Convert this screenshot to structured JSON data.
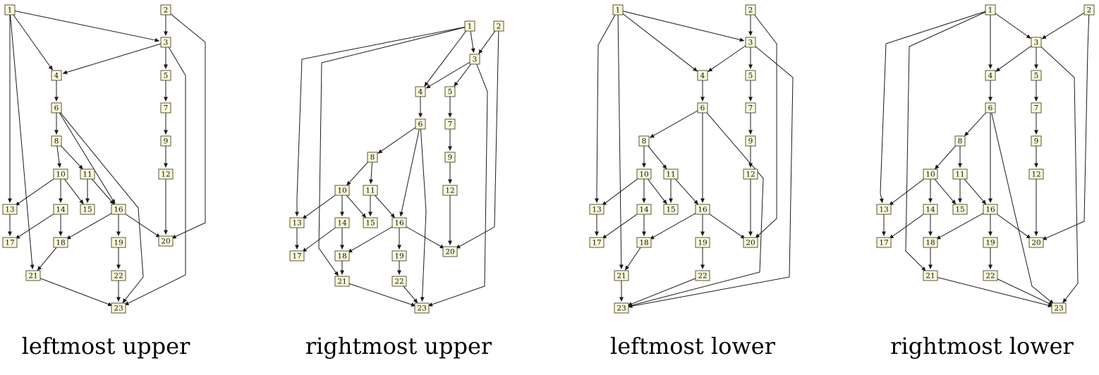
{
  "graph": {
    "nodes": [
      "1",
      "2",
      "3",
      "4",
      "5",
      "6",
      "7",
      "8",
      "9",
      "10",
      "11",
      "12",
      "13",
      "14",
      "15",
      "16",
      "17",
      "18",
      "19",
      "20",
      "21",
      "22",
      "23"
    ],
    "edges": [
      [
        "1",
        "3"
      ],
      [
        "1",
        "4"
      ],
      [
        "1",
        "13"
      ],
      [
        "1",
        "21"
      ],
      [
        "2",
        "3"
      ],
      [
        "2",
        "20"
      ],
      [
        "3",
        "4"
      ],
      [
        "3",
        "5"
      ],
      [
        "3",
        "23"
      ],
      [
        "4",
        "6"
      ],
      [
        "5",
        "7"
      ],
      [
        "6",
        "8"
      ],
      [
        "6",
        "16"
      ],
      [
        "6",
        "23"
      ],
      [
        "7",
        "9"
      ],
      [
        "8",
        "10"
      ],
      [
        "8",
        "11"
      ],
      [
        "9",
        "12"
      ],
      [
        "10",
        "13"
      ],
      [
        "10",
        "14"
      ],
      [
        "10",
        "15"
      ],
      [
        "11",
        "15"
      ],
      [
        "11",
        "16"
      ],
      [
        "12",
        "20"
      ],
      [
        "13",
        "17"
      ],
      [
        "14",
        "17"
      ],
      [
        "14",
        "18"
      ],
      [
        "16",
        "18"
      ],
      [
        "16",
        "19"
      ],
      [
        "16",
        "20"
      ],
      [
        "18",
        "21"
      ],
      [
        "19",
        "22"
      ],
      [
        "21",
        "23"
      ],
      [
        "22",
        "23"
      ]
    ],
    "style": {
      "node_fill": "#fcfada",
      "node_stroke": "#44442e",
      "edge_color": "#1b1b1b",
      "label_color": "#111111"
    }
  },
  "panels": [
    {
      "caption": "leftmost upper",
      "positions": {
        "1": [
          14,
          14
        ],
        "2": [
          235,
          14
        ],
        "3": [
          235,
          60
        ],
        "4": [
          80,
          107
        ],
        "5": [
          235,
          107
        ],
        "6": [
          80,
          153
        ],
        "7": [
          235,
          153
        ],
        "8": [
          80,
          200
        ],
        "9": [
          235,
          200
        ],
        "10": [
          86,
          247
        ],
        "11": [
          124,
          247
        ],
        "12": [
          235,
          247
        ],
        "13": [
          14,
          297
        ],
        "14": [
          86,
          297
        ],
        "15": [
          124,
          297
        ],
        "16": [
          168,
          297
        ],
        "17": [
          14,
          344
        ],
        "18": [
          86,
          344
        ],
        "19": [
          168,
          344
        ],
        "20": [
          235,
          342
        ],
        "21": [
          47,
          391
        ],
        "22": [
          168,
          391
        ],
        "23": [
          168,
          437
        ]
      },
      "routes": {
        "2-20": [
          [
            291,
            60
          ],
          [
            291,
            316
          ]
        ],
        "3-23": [
          [
            263,
            107
          ],
          [
            263,
            390
          ]
        ],
        "6-23": [
          [
            196,
            295
          ],
          [
            203,
            393
          ]
        ]
      }
    },
    {
      "caption": "rightmost upper",
      "positions": {
        "1": [
          666,
          37
        ],
        "2": [
          707,
          37
        ],
        "3": [
          673,
          84
        ],
        "4": [
          596,
          130
        ],
        "5": [
          638,
          130
        ],
        "6": [
          596,
          176
        ],
        "7": [
          638,
          176
        ],
        "8": [
          528,
          223
        ],
        "9": [
          638,
          223
        ],
        "10": [
          485,
          270
        ],
        "11": [
          525,
          270
        ],
        "12": [
          638,
          270
        ],
        "13": [
          421,
          316
        ],
        "14": [
          485,
          316
        ],
        "15": [
          525,
          316
        ],
        "16": [
          566,
          316
        ],
        "17": [
          421,
          363
        ],
        "18": [
          485,
          363
        ],
        "19": [
          566,
          363
        ],
        "20": [
          638,
          357
        ],
        "21": [
          485,
          399
        ],
        "22": [
          566,
          399
        ],
        "23": [
          598,
          437
        ]
      },
      "routes": {
        "1-13": [
          [
            428,
            84
          ],
          [
            421,
            282
          ]
        ],
        "1-21": [
          [
            456,
            89
          ],
          [
            452,
            352
          ]
        ],
        "2-20": [
          [
            706,
            84
          ],
          [
            701,
            322
          ]
        ],
        "3-23": [
          [
            691,
            130
          ],
          [
            687,
            406
          ]
        ],
        "6-23": [
          [
            604,
            300
          ]
        ]
      }
    },
    {
      "caption": "leftmost lower",
      "positions": {
        "1": [
          876,
          14
        ],
        "2": [
          1064,
          14
        ],
        "3": [
          1064,
          60
        ],
        "4": [
          996,
          107
        ],
        "5": [
          1064,
          107
        ],
        "6": [
          996,
          153
        ],
        "7": [
          1064,
          153
        ],
        "8": [
          913,
          200
        ],
        "9": [
          1064,
          200
        ],
        "10": [
          913,
          247
        ],
        "11": [
          951,
          247
        ],
        "12": [
          1064,
          247
        ],
        "13": [
          846,
          297
        ],
        "14": [
          913,
          297
        ],
        "15": [
          951,
          297
        ],
        "16": [
          996,
          297
        ],
        "17": [
          846,
          344
        ],
        "18": [
          913,
          344
        ],
        "19": [
          996,
          344
        ],
        "20": [
          1064,
          344
        ],
        "21": [
          881,
          391
        ],
        "22": [
          996,
          391
        ],
        "23": [
          881,
          437
        ]
      },
      "routes": {
        "1-13": [
          [
            848,
            64
          ],
          [
            846,
            272
          ]
        ],
        "2-20": [
          [
            1101,
            62
          ],
          [
            1101,
            310
          ]
        ],
        "3-23": [
          [
            1124,
            110
          ],
          [
            1119,
            393
          ]
        ],
        "6-23": [
          [
            1082,
            253
          ],
          [
            1077,
            386
          ]
        ]
      }
    },
    {
      "caption": "rightmost lower",
      "positions": {
        "1": [
          1404,
          14
        ],
        "2": [
          1544,
          14
        ],
        "3": [
          1469,
          60
        ],
        "4": [
          1404,
          107
        ],
        "5": [
          1469,
          107
        ],
        "6": [
          1404,
          153
        ],
        "7": [
          1469,
          153
        ],
        "8": [
          1361,
          200
        ],
        "9": [
          1469,
          200
        ],
        "10": [
          1319,
          247
        ],
        "11": [
          1361,
          247
        ],
        "12": [
          1469,
          247
        ],
        "13": [
          1253,
          297
        ],
        "14": [
          1319,
          297
        ],
        "15": [
          1361,
          297
        ],
        "16": [
          1404,
          297
        ],
        "17": [
          1253,
          344
        ],
        "18": [
          1319,
          344
        ],
        "19": [
          1404,
          344
        ],
        "20": [
          1469,
          344
        ],
        "21": [
          1319,
          391
        ],
        "22": [
          1404,
          391
        ],
        "23": [
          1501,
          437
        ]
      },
      "routes": {
        "1-13": [
          [
            1256,
            62
          ],
          [
            1248,
            274
          ]
        ],
        "1-21": [
          [
            1289,
            66
          ],
          [
            1284,
            356
          ]
        ],
        "2-20": [
          [
            1542,
            70
          ],
          [
            1537,
            314
          ]
        ],
        "3-23": [
          [
            1523,
            110
          ],
          [
            1528,
            402
          ]
        ],
        "6-23": [
          [
            1438,
            300
          ],
          [
            1463,
            406
          ]
        ]
      }
    }
  ]
}
